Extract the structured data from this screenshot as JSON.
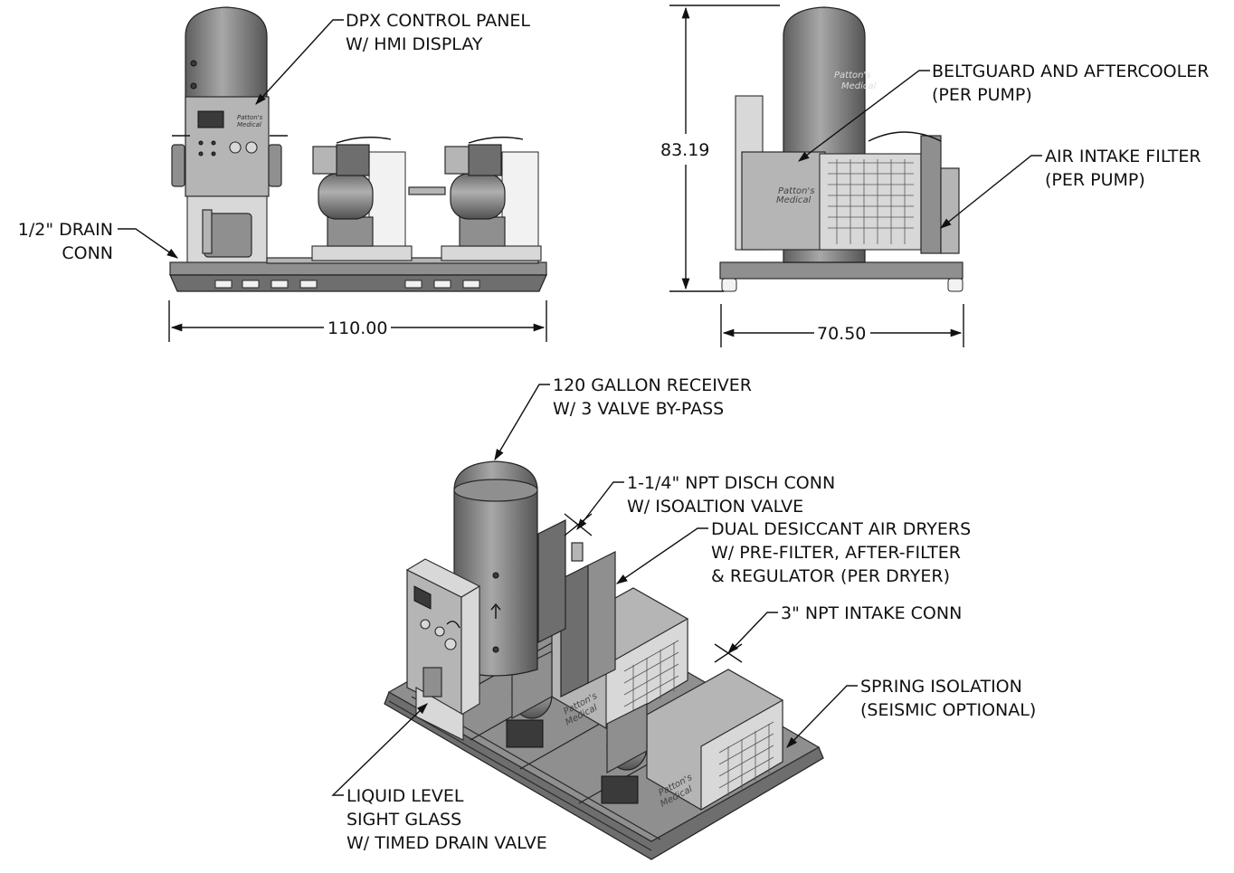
{
  "labels": {
    "dpx_panel": [
      "DPX CONTROL PANEL",
      "W/ HMI DISPLAY"
    ],
    "drain_conn": [
      "1/2\" DRAIN",
      "CONN"
    ],
    "beltguard": [
      "BELTGUARD AND AFTERCOOLER",
      "(PER PUMP)"
    ],
    "air_intake": [
      "AIR INTAKE FILTER",
      "(PER PUMP)"
    ],
    "receiver": [
      "120 GALLON RECEIVER",
      "W/ 3 VALVE BY-PASS"
    ],
    "disch_conn": [
      "1-1/4\" NPT DISCH CONN",
      "W/ ISOALTION VALVE"
    ],
    "dryers": [
      "DUAL DESICCANT AIR DRYERS",
      "W/ PRE-FILTER, AFTER-FILTER",
      "& REGULATOR (PER DRYER)"
    ],
    "intake_conn": [
      "3\" NPT INTAKE CONN"
    ],
    "spring_iso": [
      "SPRING ISOLATION",
      "(SEISMIC OPTIONAL)"
    ],
    "liquid_level": [
      "LIQUID LEVEL",
      "SIGHT GLASS",
      "W/ TIMED DRAIN VALVE"
    ]
  },
  "dimensions": {
    "front_width": "110.00",
    "side_height": "83.19",
    "side_width": "70.50"
  },
  "logo_text": [
    "Patton's",
    "Medical"
  ],
  "colors": {
    "line": "#111111",
    "metal_dark": "#6e6e6e",
    "metal_mid": "#8f8f8f",
    "metal_light": "#b5b5b5"
  }
}
